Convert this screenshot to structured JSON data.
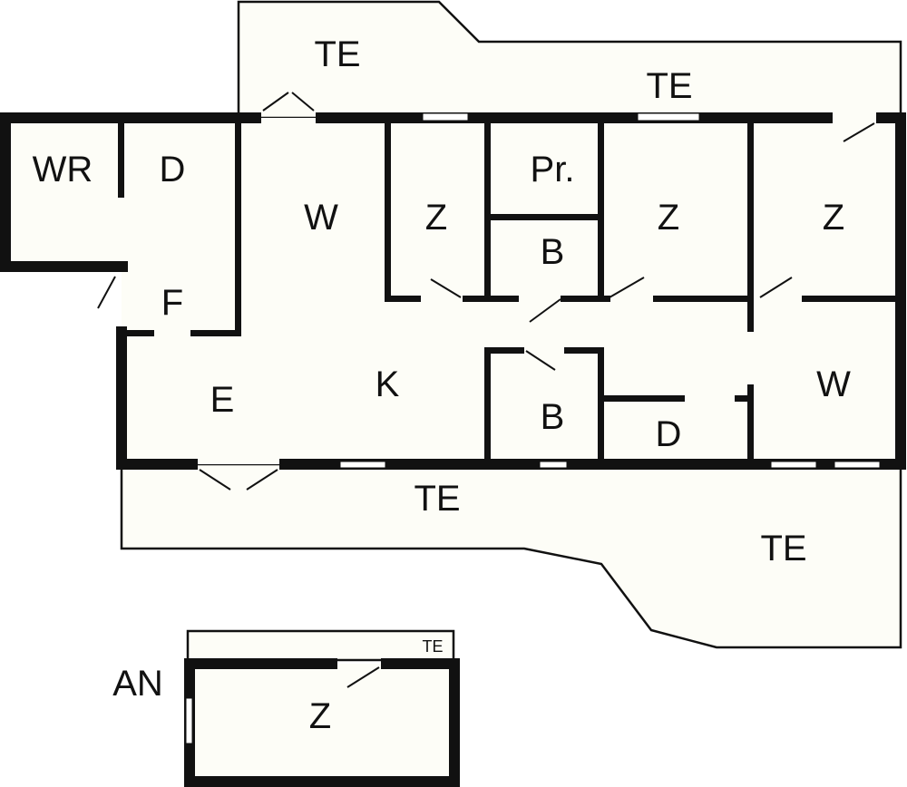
{
  "plan": {
    "rooms": {
      "terrace_top_left": "TE",
      "terrace_top_right": "TE",
      "wr": "WR",
      "d_top": "D",
      "f": "F",
      "w_left": "W",
      "z1": "Z",
      "pr": "Pr.",
      "b_top": "B",
      "z2": "Z",
      "z3": "Z",
      "e": "E",
      "k": "K",
      "b_bottom": "B",
      "d_bottom": "D",
      "w_right": "W",
      "terrace_bottom": "TE",
      "terrace_bottom_right": "TE"
    },
    "annex": {
      "label": "AN",
      "room": "Z",
      "terrace": "TE"
    }
  },
  "colors": {
    "wall": "#111111",
    "floor": "#fdfdf7"
  }
}
